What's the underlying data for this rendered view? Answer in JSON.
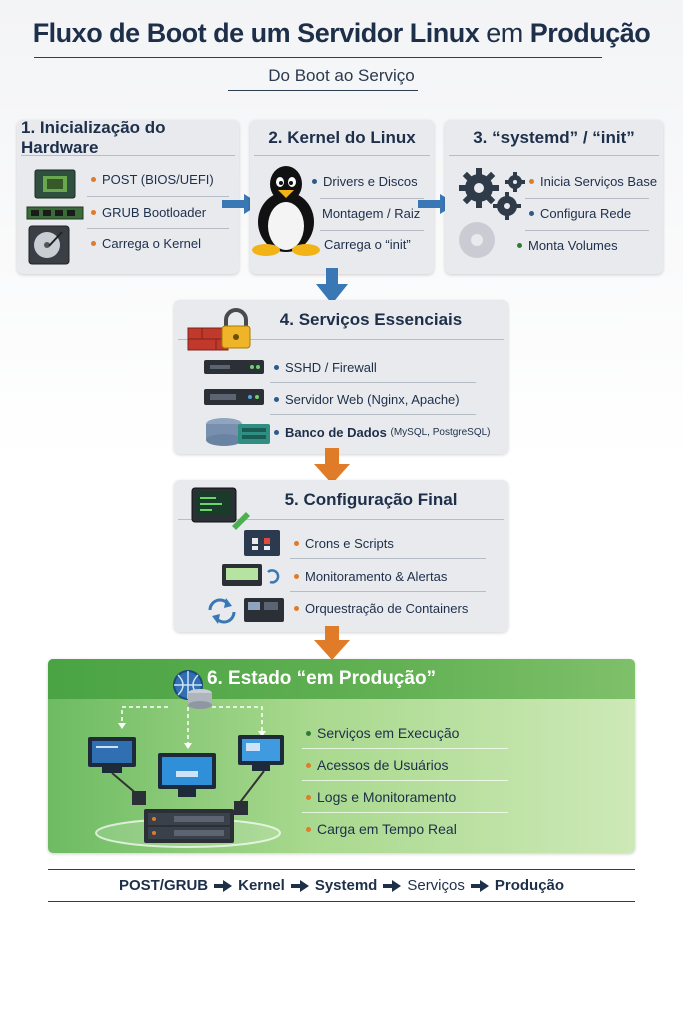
{
  "header": {
    "title_main": "Fluxo de Boot de um Servidor Linux",
    "title_em": "em",
    "title_end": "Produção",
    "subtitle": "Do Boot ao Serviço"
  },
  "stage1": {
    "title": "1. Inicialização do Hardware",
    "items": [
      "POST (BIOS/UEFI)",
      "GRUB Bootloader",
      "Carrega o Kernel"
    ]
  },
  "stage2": {
    "title": "2. Kernel do Linux",
    "items": [
      "Drivers e Discos",
      "Montagem / Raiz",
      "Carrega o “init”"
    ]
  },
  "stage3": {
    "title": "3. “systemd” / “init”",
    "items": [
      "Inicia Serviços Base",
      "Configura Rede",
      "Monta Volumes"
    ]
  },
  "stage4": {
    "title": "4. Serviços Essenciais",
    "items": [
      "SSHD / Firewall",
      "Servidor Web (Nginx, Apache)"
    ],
    "db_bold": "Banco de Dados",
    "db_small": "(MySQL, PostgreSQL)"
  },
  "stage5": {
    "title": "5. Configuração Final",
    "items": [
      "Crons e Scripts",
      "Monitoramento & Alertas",
      "Orquestração de Containers"
    ]
  },
  "stage6": {
    "title": "6. Estado “em Produção”",
    "items": [
      "Serviços em Execução",
      "Acessos de Usuários",
      "Logs e Monitoramento",
      "Carga em Tempo Real"
    ]
  },
  "footer": {
    "steps": [
      "POST/GRUB",
      "Kernel",
      "Systemd",
      "Serviços",
      "Produção"
    ]
  },
  "colors": {
    "arrow_blue": "#3a77b5",
    "arrow_orange": "#e07b28",
    "prod_green": "#4aa443",
    "navy": "#1e2f4a"
  }
}
